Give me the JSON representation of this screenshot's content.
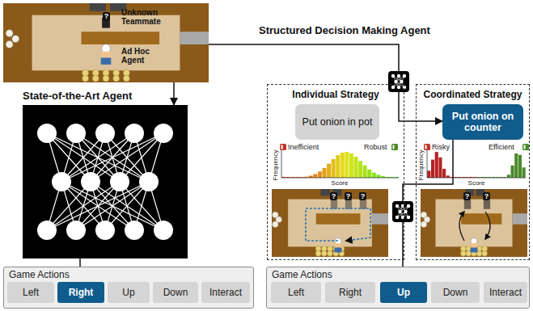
{
  "diagram": {
    "nodes": [
      {
        "text": [
          "Unknown Teammate",
          "Ad Hoc Agent"
        ]
      },
      {
        "text": [
          "State-of-the-Art Agent"
        ]
      },
      {
        "text": [
          "Game Actions"
        ]
      },
      {
        "text": [
          "Left"
        ],
        "in": 2
      },
      {
        "text": [
          "Right"
        ],
        "in": 2
      },
      {
        "text": [
          "Up"
        ],
        "in": 2
      },
      {
        "text": [
          "Down"
        ],
        "in": 2
      },
      {
        "text": [
          "Interact"
        ],
        "in": 2
      },
      {
        "text": [
          "Individual Strategy"
        ]
      },
      {
        "text": [
          "Put onion in pot"
        ],
        "in": 8
      },
      {
        "text": [
          "Coordinated Strategy"
        ]
      },
      {
        "text": [
          "Put onion on counter"
        ],
        "in": 10
      },
      {
        "text": [
          "Game Actions"
        ]
      },
      {
        "text": [
          "Left"
        ],
        "in": 12
      },
      {
        "text": [
          "Right"
        ],
        "in": 12
      },
      {
        "text": [
          "Up"
        ],
        "in": 12
      },
      {
        "text": [
          "Down"
        ],
        "in": 12
      },
      {
        "text": [
          "Interact"
        ],
        "in": 12
      }
    ],
    "edges": [
      {
        "from": 0,
        "to": 1,
        "arrow": "to"
      },
      {
        "from": 1,
        "to": 4,
        "arrow": "to"
      },
      {
        "from": 0,
        "to": 11,
        "arrow": "to"
      },
      {
        "from": 11,
        "to": 15,
        "arrow": "to"
      }
    ],
    "labels": [
      "Structured Decision Making Agent",
      "?",
      "Inefficient",
      "Robust",
      "Frequency",
      "Score",
      "?",
      "?",
      "?",
      "Risky",
      "Efficient",
      "Frequency",
      "Score",
      "?",
      "?"
    ]
  }
}
